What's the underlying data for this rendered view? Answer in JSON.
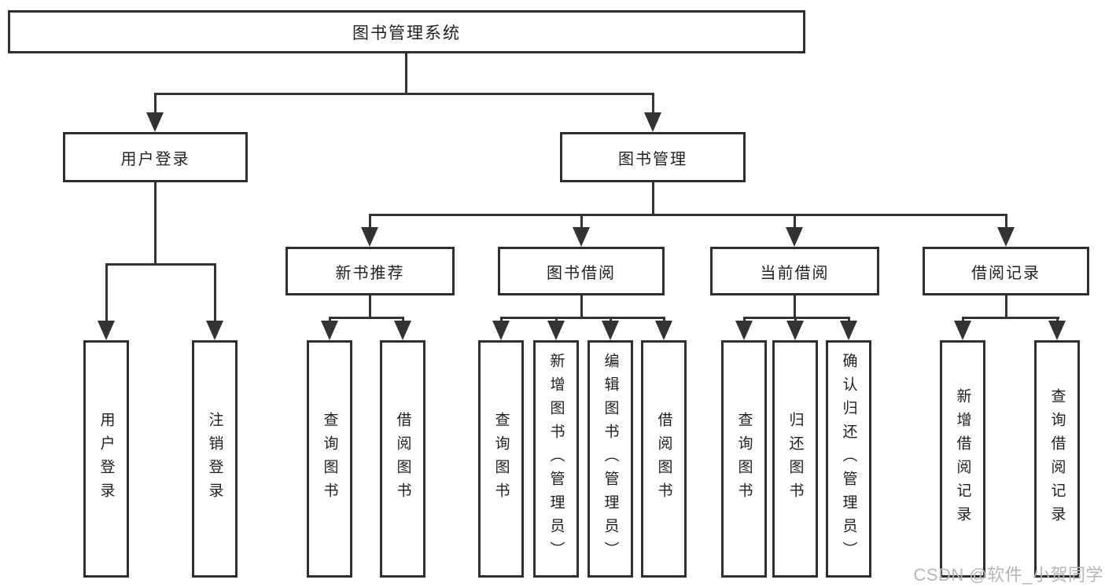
{
  "diagram_type": "hierarchy-tree",
  "root": {
    "label": "图书管理系统"
  },
  "branches": [
    {
      "label": "用户登录",
      "children": [
        {
          "label": "用户登录"
        },
        {
          "label": "注销登录"
        }
      ]
    },
    {
      "label": "图书管理",
      "children": [
        {
          "label": "新书推荐",
          "children": [
            {
              "label": "查询图书"
            },
            {
              "label": "借阅图书"
            }
          ]
        },
        {
          "label": "图书借阅",
          "children": [
            {
              "label": "查询图书"
            },
            {
              "label": "新增图书（管理员）"
            },
            {
              "label": "编辑图书（管理员）"
            },
            {
              "label": "借阅图书"
            }
          ]
        },
        {
          "label": "当前借阅",
          "children": [
            {
              "label": "查询图书"
            },
            {
              "label": "归还图书"
            },
            {
              "label": "确认归还（管理员）"
            }
          ]
        },
        {
          "label": "借阅记录",
          "children": [
            {
              "label": "新增借阅记录"
            },
            {
              "label": "查询借阅记录"
            }
          ]
        }
      ]
    }
  ],
  "watermark": "CSDN @软件_小贺同学",
  "colors": {
    "line": "#333333",
    "box_border": "#2e2e2e",
    "box_fill": "#ffffff",
    "text": "#1f1f1f",
    "watermark": "#b6b6b6"
  }
}
